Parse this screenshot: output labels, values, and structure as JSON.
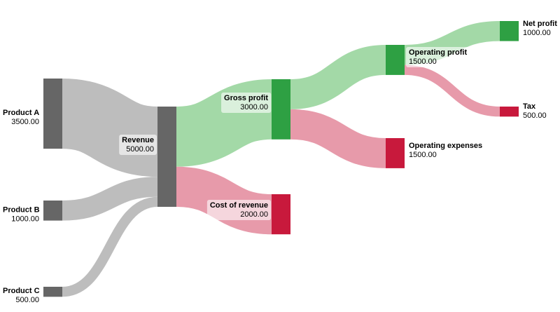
{
  "chart_data": {
    "type": "sankey",
    "unit_format": "0.00",
    "colors": {
      "source": "#666666",
      "profit": "#2ea043",
      "cost": "#c8193c",
      "link_gray": "#bdbdbd",
      "link_green": "#a3d9a7",
      "link_red": "#e79aaa"
    },
    "nodes": [
      {
        "id": "product-a",
        "name": "Product A",
        "value": 3500,
        "value_label": "3500.00",
        "color": "#666666"
      },
      {
        "id": "product-b",
        "name": "Product B",
        "value": 1000,
        "value_label": "1000.00",
        "color": "#666666"
      },
      {
        "id": "product-c",
        "name": "Product C",
        "value": 500,
        "value_label": "500.00",
        "color": "#666666"
      },
      {
        "id": "revenue",
        "name": "Revenue",
        "value": 5000,
        "value_label": "5000.00",
        "color": "#666666"
      },
      {
        "id": "gross-profit",
        "name": "Gross profit",
        "value": 3000,
        "value_label": "3000.00",
        "color": "#2ea043"
      },
      {
        "id": "cost-of-revenue",
        "name": "Cost of revenue",
        "value": 2000,
        "value_label": "2000.00",
        "color": "#c8193c"
      },
      {
        "id": "operating-profit",
        "name": "Operating profit",
        "value": 1500,
        "value_label": "1500.00",
        "color": "#2ea043"
      },
      {
        "id": "operating-expenses",
        "name": "Operating expenses",
        "value": 1500,
        "value_label": "1500.00",
        "color": "#c8193c"
      },
      {
        "id": "net-profit",
        "name": "Net profit",
        "value": 1000,
        "value_label": "1000.00",
        "color": "#2ea043"
      },
      {
        "id": "tax",
        "name": "Tax",
        "value": 500,
        "value_label": "500.00",
        "color": "#c8193c"
      }
    ],
    "links": [
      {
        "source": "product-a",
        "target": "revenue",
        "value": 3500,
        "color": "#bdbdbd"
      },
      {
        "source": "product-b",
        "target": "revenue",
        "value": 1000,
        "color": "#bdbdbd"
      },
      {
        "source": "product-c",
        "target": "revenue",
        "value": 500,
        "color": "#bdbdbd"
      },
      {
        "source": "revenue",
        "target": "gross-profit",
        "value": 3000,
        "color": "#a3d9a7"
      },
      {
        "source": "revenue",
        "target": "cost-of-revenue",
        "value": 2000,
        "color": "#e79aaa"
      },
      {
        "source": "gross-profit",
        "target": "operating-profit",
        "value": 1500,
        "color": "#a3d9a7"
      },
      {
        "source": "gross-profit",
        "target": "operating-expenses",
        "value": 1500,
        "color": "#e79aaa"
      },
      {
        "source": "operating-profit",
        "target": "net-profit",
        "value": 1000,
        "color": "#a3d9a7"
      },
      {
        "source": "operating-profit",
        "target": "tax",
        "value": 500,
        "color": "#e79aaa"
      }
    ]
  }
}
